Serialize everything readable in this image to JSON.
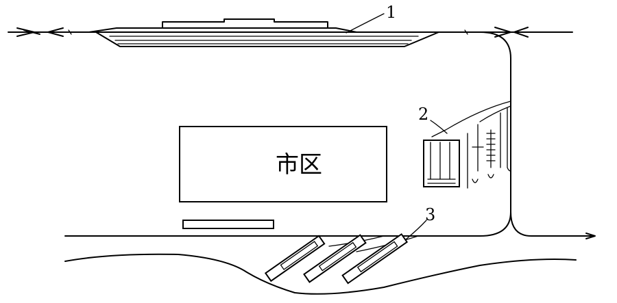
{
  "labels": {
    "station_1": "1",
    "station_2": "2",
    "station_3": "3",
    "city_area": "市区"
  },
  "colors": {
    "line": "#000000",
    "background": "#ffffff"
  }
}
